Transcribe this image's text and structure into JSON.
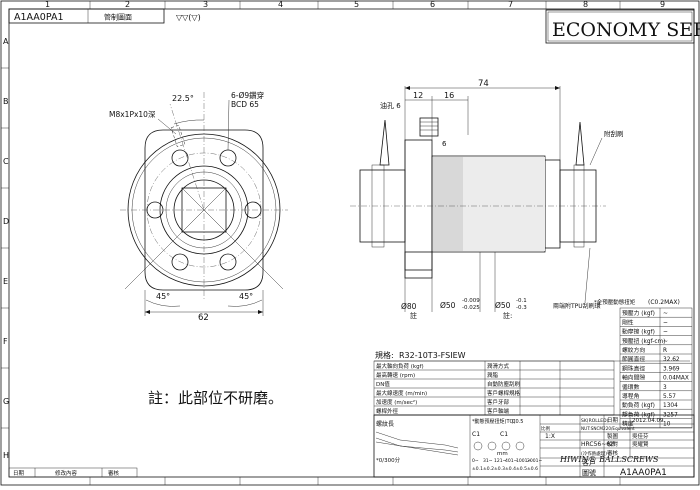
{
  "border": {
    "columns": [
      "1",
      "2",
      "3",
      "4",
      "5",
      "6",
      "7",
      "8",
      "9"
    ],
    "rows": [
      "A",
      "B",
      "C",
      "D",
      "E",
      "F",
      "G",
      "H"
    ]
  },
  "header": {
    "drawing_code": "A1AA0PA1",
    "title_cell": "管制圖面",
    "roughness_mark": "▽▽(▽)",
    "series_title": "ECONOMY SERIES"
  },
  "front_view": {
    "angle_top": "22.5°",
    "thread_note": "M8x1Px10深",
    "holes_note": "6-Ø9鑽穿",
    "bcd_note": "BCD 65",
    "angle_left": "45°",
    "angle_right": "45°",
    "width_dim": "62"
  },
  "side_view": {
    "length_total": "74",
    "dim_12": "12",
    "dim_16": "16",
    "oil_hole": "油孔 6",
    "flange_thk": "6",
    "dia_flange": "Ø80",
    "dia_body": "Ø50",
    "tol_upper": "-0.009",
    "tol_lower": "-0.025",
    "dia_spigot": "Ø50",
    "tol2_upper": "-0.1",
    "tol2_lower": "-0.3",
    "note_1": "註",
    "note_2": "註:",
    "wiper_note": "附刮刷",
    "tpu_note": "兩端附TPU刮刷環"
  },
  "main_note": "註：此部位不研磨。",
  "spec": {
    "spec_label": "規格:",
    "model": "R32-10T3-FSIEW",
    "preload_header": "*全預壓動態扭矩",
    "preload_value": "(C0.2MAX)",
    "right_rows": [
      {
        "label": "預壓力 (kgf)",
        "value": "~"
      },
      {
        "label": "剛性",
        "value": "~"
      },
      {
        "label": "動摩擦 (kgf)",
        "value": "~"
      },
      {
        "label": "預壓扭 (kgf-cm)",
        "value": "~"
      },
      {
        "label": "螺紋方向",
        "value": "R"
      },
      {
        "label": "節圓直徑",
        "value": "32.62"
      },
      {
        "label": "鋼珠直徑",
        "value": "3.969"
      },
      {
        "label": "軸向間隙",
        "value": "0.04MAX"
      },
      {
        "label": "循環數",
        "value": "3"
      },
      {
        "label": "導程角",
        "value": "5.57"
      },
      {
        "label": "動負荷 (kgf)",
        "value": "1304"
      },
      {
        "label": "靜負荷 (kgf)",
        "value": "3257"
      },
      {
        "label": "精度",
        "value": "10"
      }
    ],
    "left_rows": [
      {
        "a": "最大軸向負荷 (kgf)",
        "b": "潤滑方式"
      },
      {
        "a": "最高轉速 (rpm)",
        "b": "潤脂"
      },
      {
        "a": "DN值",
        "b": "自動防塵刮刷"
      },
      {
        "a": "最大線速度 (m/min)",
        "b": "客戶螺桿規格"
      },
      {
        "a": "加速度 (m/sec²)",
        "b": "客戶牙部"
      },
      {
        "a": "螺桿外徑",
        "b": "客戶軸端"
      }
    ]
  },
  "title_block": {
    "wear_label": "螺紋長",
    "preload_label": "*動態預壓扭矩(TQ)",
    "check_1": "C0.5",
    "check_2": "C1",
    "check_3": "C1",
    "material_1": "SK(ROLLED)",
    "material_2": "NUT:SNCM220/Equivalent",
    "hardness": "HRC56~62",
    "scale_label": "比例",
    "scale_value": "1:X",
    "date_label": "日期",
    "date_value": "2012.04.09",
    "drawn_label": "製圖",
    "check_label": "校對",
    "approve_label": "審核",
    "person_1": "吳佳芬",
    "person_2": "吳耀賢",
    "customer_label": "客戶",
    "drawing_no_label": "圖號",
    "drawing_no": "A1AA0PA1",
    "brand": "HIWIN® BALLSCREWS",
    "treatment": "(冷作熱處理)",
    "units_mm": "mm",
    "speed_note": "*0/300分",
    "rev_date": "日期",
    "rev_content": "修改內容",
    "rev_sign": "審核",
    "acc_row": [
      "±0.1",
      "±0.2",
      "±0.3",
      "±0.4",
      "±0.5",
      "±0.6"
    ],
    "len_row": [
      "0~",
      "31~",
      "121~",
      "401~",
      "1001~",
      "2001~"
    ]
  }
}
